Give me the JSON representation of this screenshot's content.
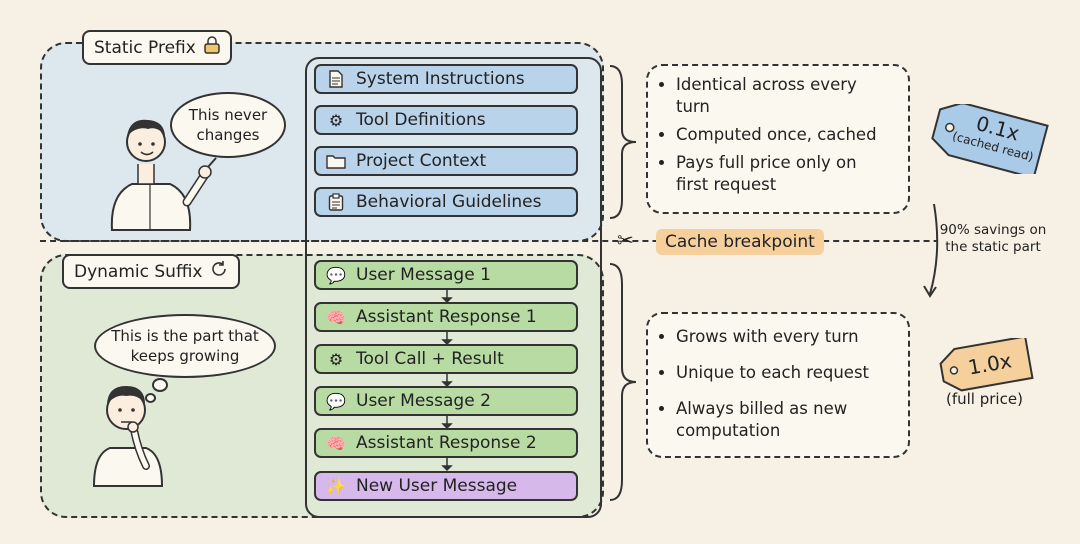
{
  "static_prefix": {
    "label": "Static Prefix",
    "speech": "This never changes",
    "items": [
      {
        "label": "System Instructions",
        "icon": "document-icon"
      },
      {
        "label": "Tool Definitions",
        "icon": "gear-icon"
      },
      {
        "label": "Project Context",
        "icon": "folder-icon"
      },
      {
        "label": "Behavioral Guidelines",
        "icon": "clipboard-icon"
      }
    ],
    "notes": [
      "Identical across every turn",
      "Computed once, cached",
      "Pays full price only on first request"
    ],
    "price": {
      "value": "0.1x",
      "caption": "(cached read)"
    }
  },
  "breakpoint": {
    "label": "Cache breakpoint"
  },
  "savings": "90% savings on the static part",
  "dynamic_suffix": {
    "label": "Dynamic Suffix",
    "speech": "This is the part that keeps growing",
    "items": [
      {
        "label": "User Message 1",
        "icon": "chat-icon",
        "color": "green"
      },
      {
        "label": "Assistant Response 1",
        "icon": "brain-icon",
        "color": "green"
      },
      {
        "label": "Tool Call + Result",
        "icon": "gear-icon",
        "color": "green"
      },
      {
        "label": "User Message 2",
        "icon": "chat-icon",
        "color": "green"
      },
      {
        "label": "Assistant Response 2",
        "icon": "brain-icon",
        "color": "green"
      },
      {
        "label": "New User Message",
        "icon": "sparkle-icon",
        "color": "purple"
      }
    ],
    "notes": [
      "Grows with every turn",
      "Unique to each request",
      "Always billed as new computation"
    ],
    "price": {
      "value": "1.0x",
      "caption": "(full price)"
    }
  },
  "colors": {
    "static_bg": "#dde7ee",
    "dynamic_bg": "#dfe9d6",
    "blue_item": "#b9d3ea",
    "green_item": "#b8dba4",
    "purple_item": "#d6b9ea",
    "breakpoint_bg": "#f5cf9c",
    "blue_tag": "#a9cbe8",
    "orange_tag": "#f5cf9c"
  }
}
